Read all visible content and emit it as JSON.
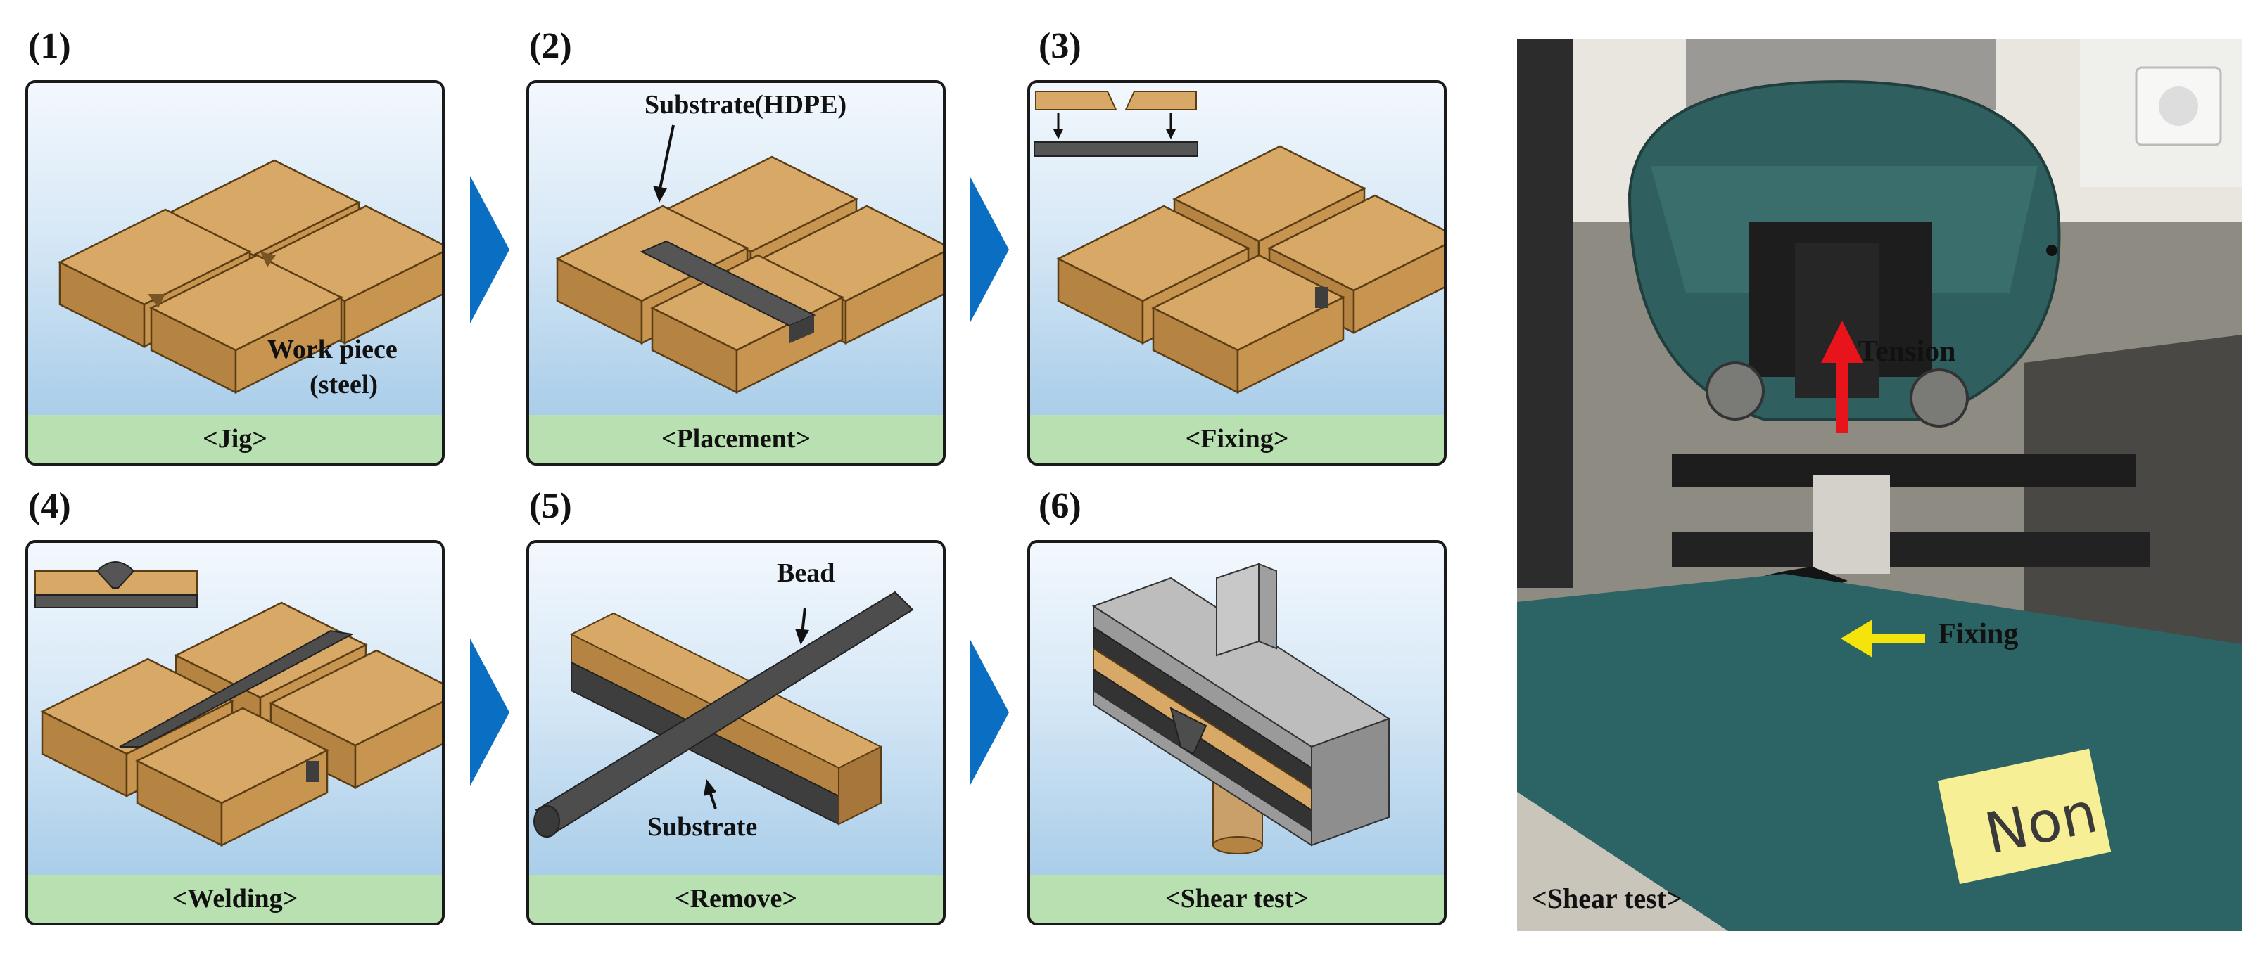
{
  "steps": [
    {
      "number": "(1)",
      "caption": "<Jig>",
      "labels": {
        "work_piece": "Work piece",
        "steel": "(steel)"
      }
    },
    {
      "number": "(2)",
      "caption": "<Placement>",
      "labels": {
        "substrate": "Substrate(HDPE)"
      }
    },
    {
      "number": "(3)",
      "caption": "<Fixing>"
    },
    {
      "number": "(4)",
      "caption": "<Welding>"
    },
    {
      "number": "(5)",
      "caption": "<Remove>",
      "labels": {
        "bead": "Bead",
        "substrate": "Substrate"
      }
    },
    {
      "number": "(6)",
      "caption": "<Shear test>"
    }
  ],
  "photo": {
    "tension_label": "Tension",
    "fixing_label": "Fixing",
    "caption": "<Shear test>",
    "note_text": "Non"
  },
  "colors": {
    "wood_top": "#d8a867",
    "wood_side": "#b58443",
    "wood_dark": "#9c6d34",
    "substrate": "#4d4d4d",
    "caption_bg": "#b9e0b0",
    "arrow_blue": "#0a6fc2",
    "tension_arrow": "#e8141b",
    "fixing_arrow": "#f4e40c"
  }
}
